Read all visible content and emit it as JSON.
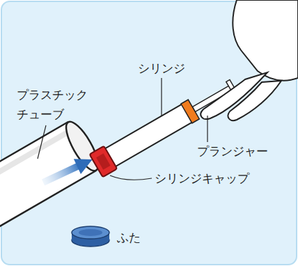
{
  "diagram": {
    "labels": [
      "シリンジ",
      "プラスチック チューブ",
      "プランジャー",
      "シリンジキャップ",
      "ふた"
    ]
  }
}
